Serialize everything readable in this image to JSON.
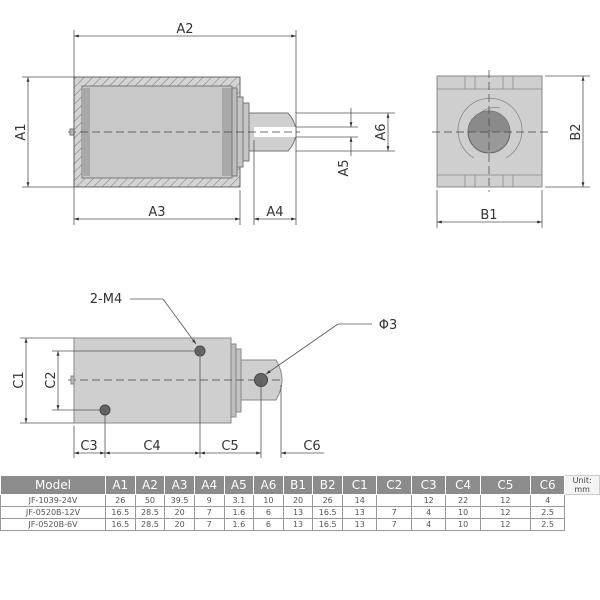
{
  "drawing": {
    "top_view_labels": {
      "a1": "A1",
      "a2": "A2",
      "a3": "A3",
      "a4": "A4",
      "a5": "A5",
      "a6": "A6"
    },
    "end_view_labels": {
      "b1": "B1",
      "b2": "B2"
    },
    "side_view_labels": {
      "c1": "C1",
      "c2": "C2",
      "c3": "C3",
      "c4": "C4",
      "c5": "C5",
      "c6": "C6"
    },
    "callouts": {
      "mount_holes": "2-M4",
      "pin_hole": "Φ3"
    }
  },
  "table": {
    "headers": [
      "Model",
      "A1",
      "A2",
      "A3",
      "A4",
      "A5",
      "A6",
      "B1",
      "B2",
      "C1",
      "C2",
      "C3",
      "C4",
      "C5",
      "C6"
    ],
    "unit_note": "Unit: mm",
    "rows": [
      [
        "JF-1039-24V",
        "26",
        "50",
        "39.5",
        "9",
        "3.1",
        "10",
        "20",
        "26",
        "14",
        "",
        "12",
        "22",
        "12",
        "4"
      ],
      [
        "JF-0520B-12V",
        "16.5",
        "28.5",
        "20",
        "7",
        "1.6",
        "6",
        "13",
        "16.5",
        "13",
        "7",
        "4",
        "10",
        "12",
        "2.5"
      ],
      [
        "JF-0520B-6V",
        "16.5",
        "28.5",
        "20",
        "7",
        "1.6",
        "6",
        "13",
        "16.5",
        "13",
        "7",
        "4",
        "10",
        "12",
        "2.5"
      ]
    ]
  }
}
